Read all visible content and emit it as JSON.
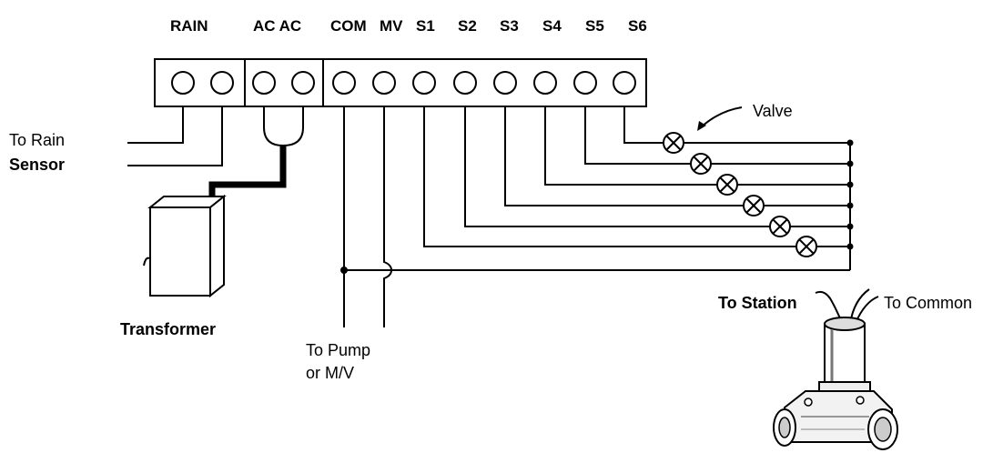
{
  "terminals": {
    "headers": [
      "RAIN",
      "AC AC",
      "COM",
      "MV",
      "S1",
      "S2",
      "S3",
      "S4",
      "S5",
      "S6"
    ]
  },
  "labels": {
    "rain_sensor_line1": "To  Rain",
    "rain_sensor_line2": "Sensor",
    "transformer": "Transformer",
    "pump_line1": "To Pump",
    "pump_line2": "or M/V",
    "valve": "Valve",
    "to_station": "To Station",
    "to_common": "To Common"
  }
}
